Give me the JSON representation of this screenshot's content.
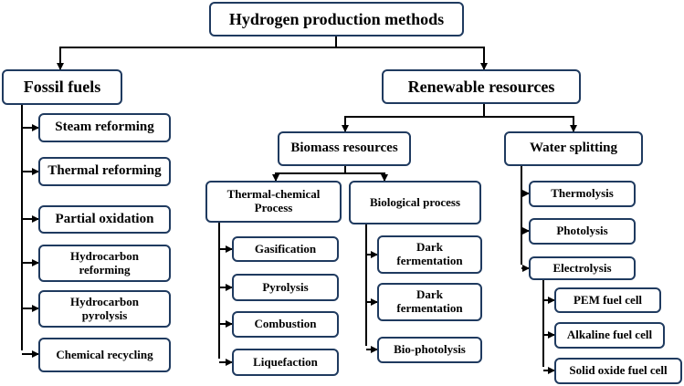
{
  "root": "Hydrogen production methods",
  "fossil": {
    "title": "Fossil fuels",
    "items": [
      "Steam reforming",
      "Thermal  reforming",
      "Partial oxidation",
      "Hydrocarbon\nreforming",
      "Hydrocarbon\npyrolysis",
      "Chemical recycling"
    ]
  },
  "renewable": {
    "title": "Renewable resources",
    "biomass": {
      "title": "Biomass resources",
      "thermal": {
        "title": "Thermal-chemical\nProcess",
        "items": [
          "Gasification",
          "Pyrolysis",
          "Combustion",
          "Liquefaction"
        ]
      },
      "biological": {
        "title": "Biological process",
        "items": [
          "Dark\nfermentation",
          "Dark\nfermentation",
          "Bio-photolysis"
        ]
      }
    },
    "water": {
      "title": "Water splitting",
      "items": [
        "Thermolysis",
        "Photolysis",
        "Electrolysis"
      ],
      "electrolysis_items": [
        "PEM fuel cell",
        "Alkaline fuel cell",
        "Solid oxide fuel cell"
      ]
    }
  }
}
